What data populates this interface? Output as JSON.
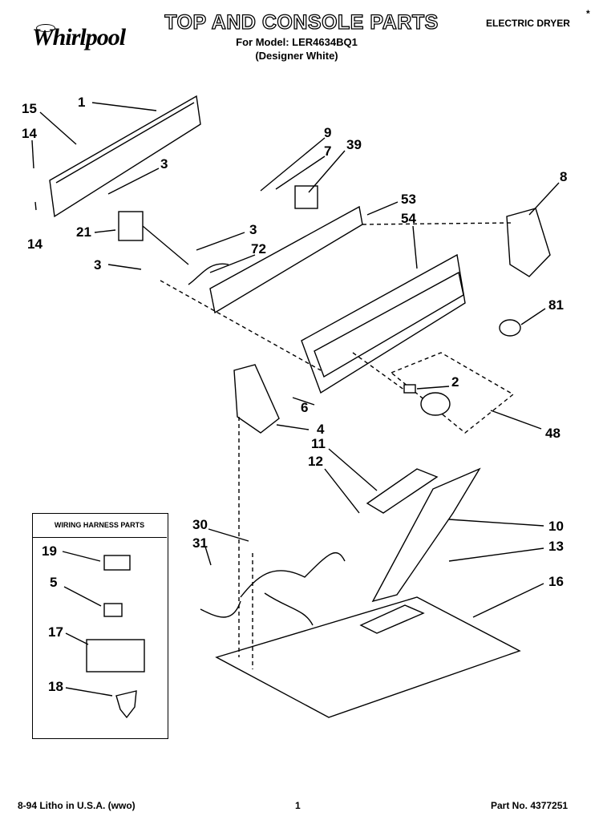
{
  "header": {
    "brand": "Whirlpool",
    "title": "TOP AND CONSOLE PARTS",
    "model_line": "For Model: LER4634BQ1",
    "finish_line": "(Designer White)",
    "doc_type": "ELECTRIC DRYER",
    "mark": "*"
  },
  "legend": {
    "title": "WIRING HARNESS PARTS",
    "items": [
      "19",
      "5",
      "17",
      "18"
    ]
  },
  "callouts": [
    "1",
    "15",
    "14",
    "3",
    "21",
    "14",
    "3",
    "9",
    "7",
    "39",
    "53",
    "54",
    "3",
    "72",
    "8",
    "81",
    "2",
    "6",
    "4",
    "48",
    "11",
    "12",
    "30",
    "31",
    "10",
    "13",
    "16"
  ],
  "footer": {
    "left": "8-94 Litho in U.S.A. (wwo)",
    "center": "1",
    "right": "Part No. 4377251"
  }
}
